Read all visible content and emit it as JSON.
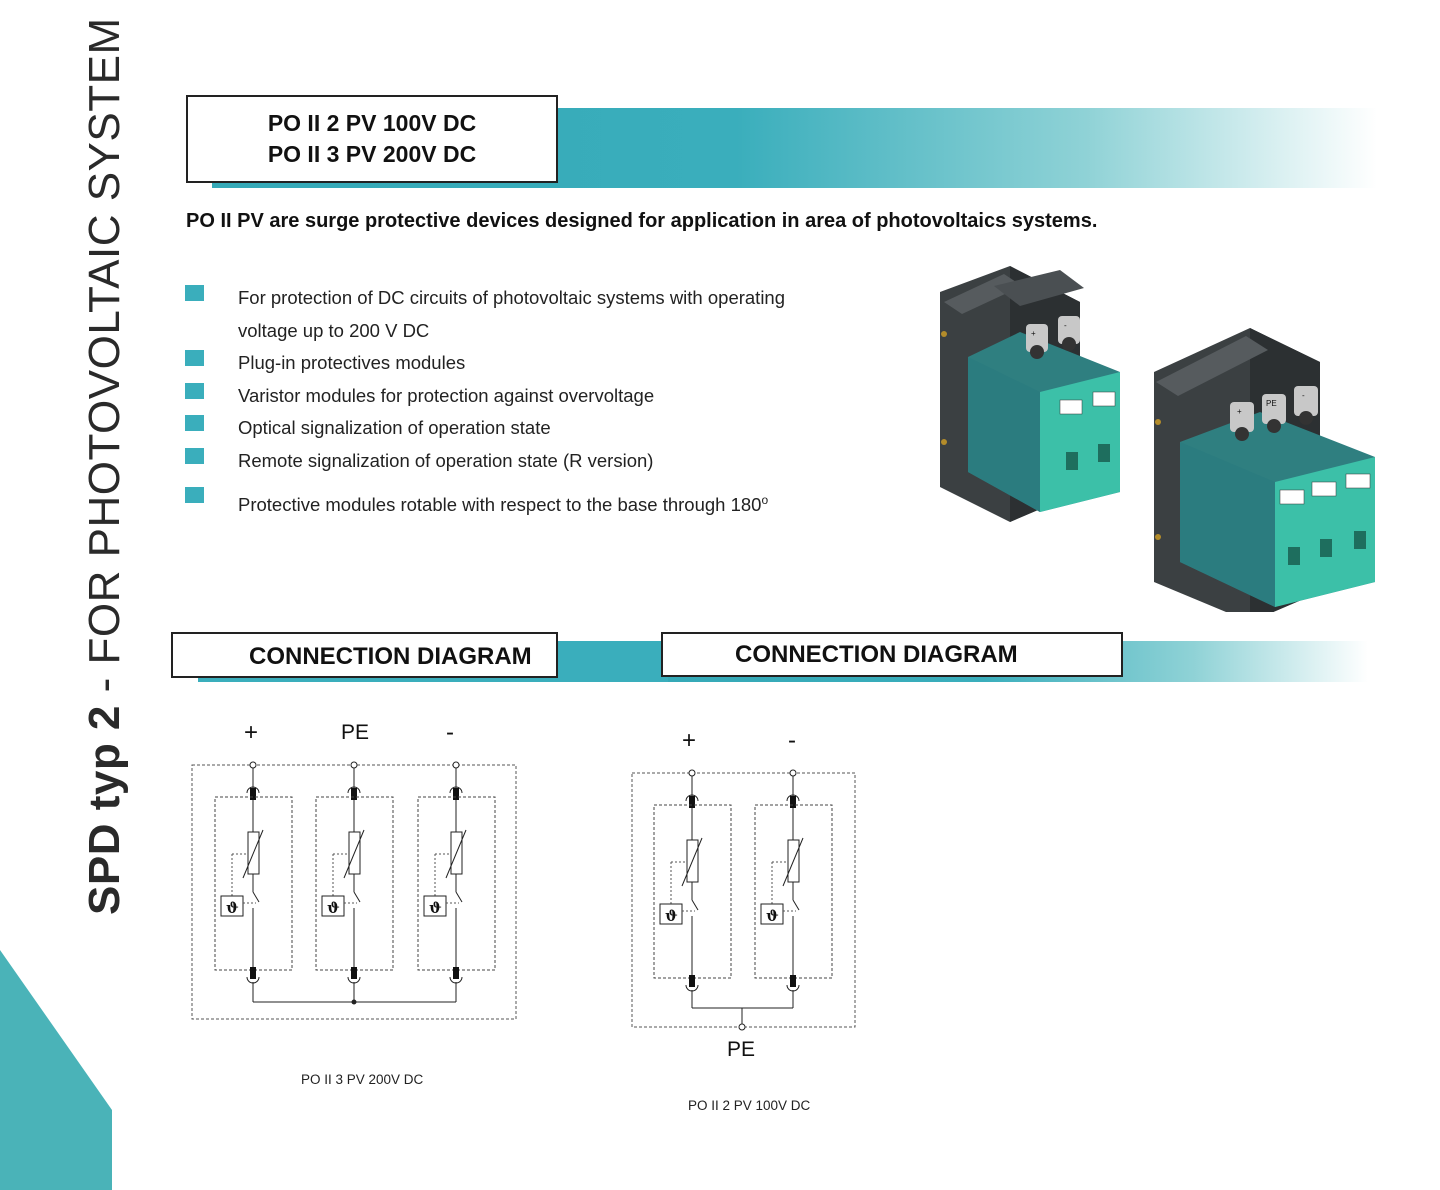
{
  "side_title": {
    "bold": "SPD typ 2",
    "rest": " - FOR  PHOTOVOLTAIC  SYSTEM"
  },
  "header": {
    "line1": "PO II 2 PV 100V DC",
    "line2": "PO II 3 PV 200V DC"
  },
  "lead": "PO II PV are surge protective devices designed for application in area of photovoltaics systems.",
  "features": [
    "For protection of DC circuits of photovoltaic systems with operating voltage up to 200 V DC",
    "Plug-in protectives modules",
    "Varistor modules for protection against overvoltage",
    "Optical signalization of operation state",
    "Remote signalization of operation state (R version)"
  ],
  "feature_last": {
    "text": "Protective modules rotable with respect to the base through 180",
    "sup": "o"
  },
  "diagram_left": {
    "title": "CONNECTION DIAGRAM",
    "terminals": [
      "+",
      "PE",
      "-"
    ],
    "module_symbol": "ϑ",
    "caption": "PO II 3 PV 200V DC"
  },
  "diagram_right": {
    "title": "CONNECTION DIAGRAM",
    "terminals": [
      "+",
      "-"
    ],
    "bottom_terminal": "PE",
    "module_symbol": "ϑ",
    "caption": "PO II 2 PV 100V DC"
  },
  "product_labels": {
    "plus": "+",
    "minus": "-",
    "pe": "PE"
  },
  "colors": {
    "accent": "#3aaebc",
    "module_green": "#3aa79b",
    "base_dark": "#3b4042"
  }
}
